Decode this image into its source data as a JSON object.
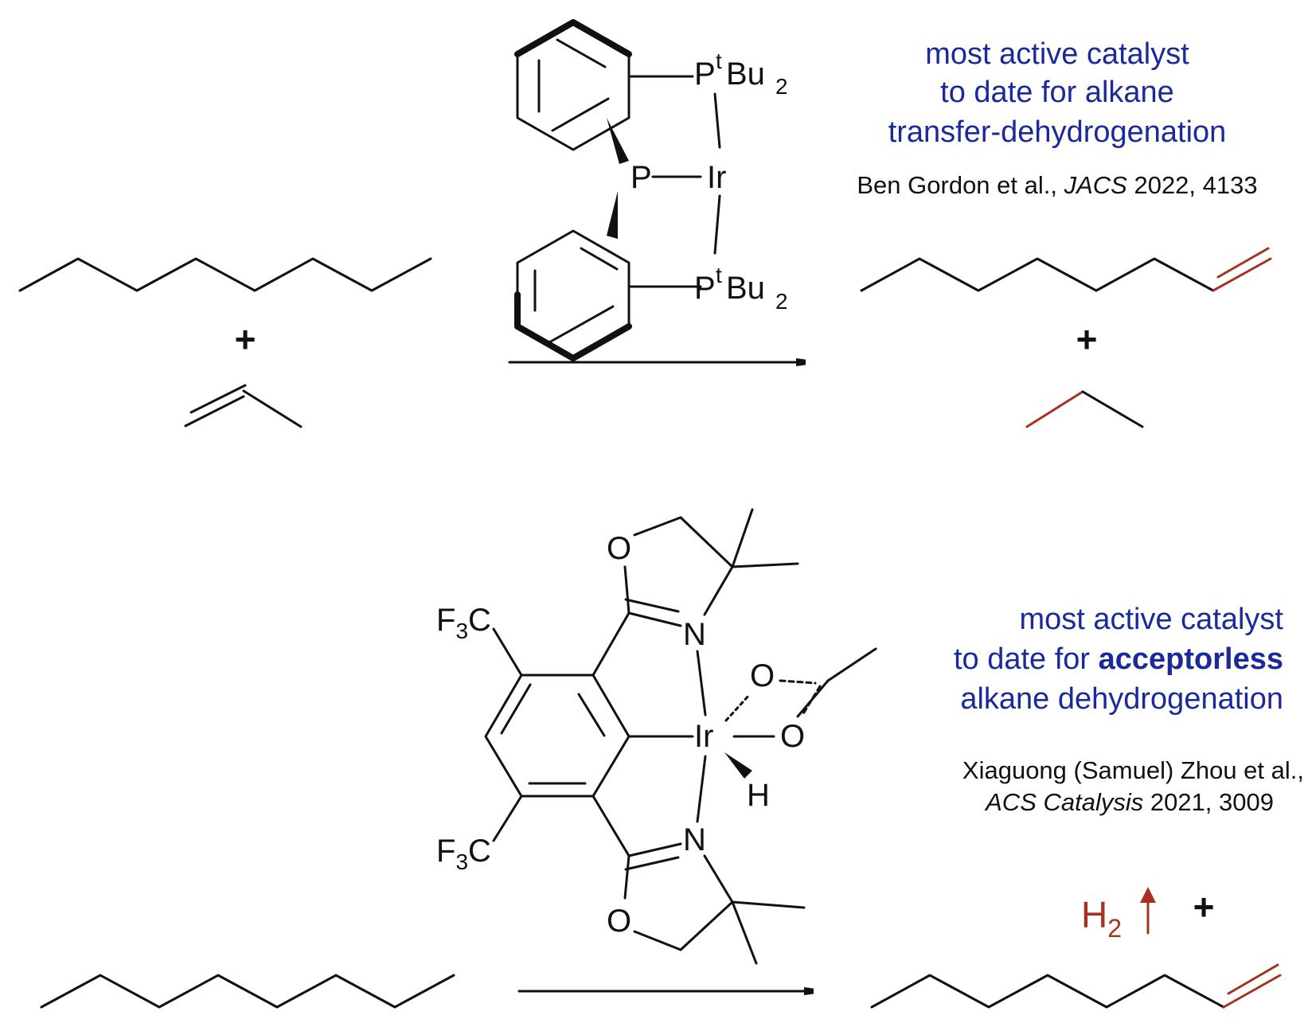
{
  "colors": {
    "note": "#1a2a9a",
    "highlight": "#a5311f",
    "ink": "#111111"
  },
  "top": {
    "note_line1": "most active catalyst",
    "note_line2": "to date for alkane",
    "note_line3": "transfer-dehydrogenation",
    "cite_authors": "Ben Gordon et al., ",
    "cite_journal": "JACS",
    "cite_rest": " 2022, 4133",
    "plus": "+",
    "catalyst": {
      "p_top": "P",
      "sup_t_top": "t",
      "bu_top": "Bu",
      "sub2_top": "2",
      "p_center": "P",
      "ir": "Ir",
      "p_bottom": "P",
      "sup_t_bottom": "t",
      "bu_bottom": "Bu",
      "sub2_bottom": "2"
    }
  },
  "bottom": {
    "note_line1": "most active catalyst",
    "note_line2_pre": "to date for ",
    "note_line2_bold": "acceptorless",
    "note_line3": "alkane dehydrogenation",
    "cite_line1": "Xiaguong (Samuel) Zhou et al.,",
    "cite_journal": "ACS Catalysis",
    "cite_rest": " 2021, 3009",
    "h2_h": "H",
    "h2_sub": "2",
    "plus": "+",
    "catalyst": {
      "f3c_top_f": "F",
      "f3c_top_3": "3",
      "f3c_top_c": "C",
      "f3c_bottom_f": "F",
      "f3c_bottom_3": "3",
      "f3c_bottom_c": "C",
      "o_ring_top": "O",
      "n_top": "N",
      "ir": "Ir",
      "o_acetate_top": "O",
      "o_acetate_bottom": "O",
      "h": "H",
      "n_bottom": "N",
      "o_ring_bottom": "O"
    }
  }
}
